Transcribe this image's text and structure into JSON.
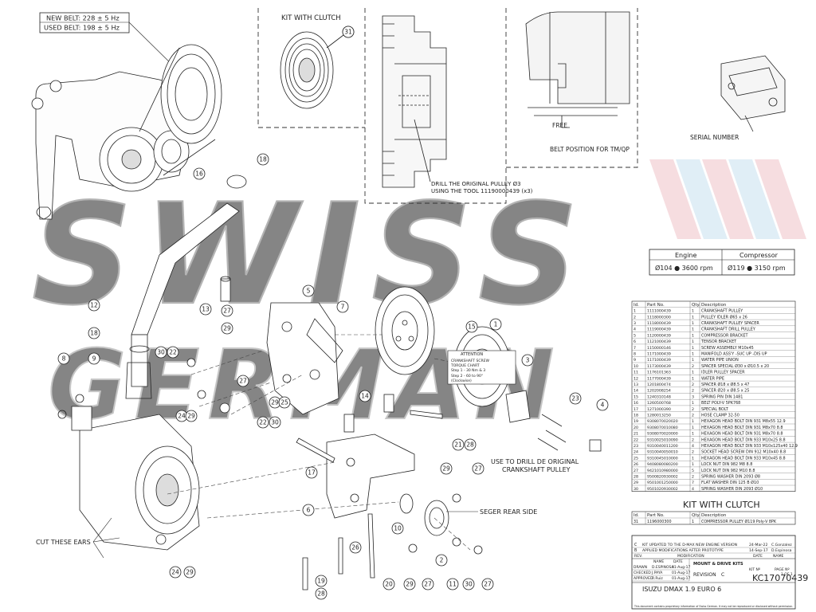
{
  "belt_box": {
    "new_belt": "NEW BELT: 228 ± 5 Hz",
    "used_belt": "USED BELT: 198 ± 5 Hz"
  },
  "section_labels": {
    "kit_with_clutch": "KIT WITH CLUTCH",
    "belt_position": "BELT POSITION FOR TM/QP",
    "free": "FREE",
    "serial_number": "SERIAL NUMBER",
    "drill_note_1": "DRILL THE ORIGINAL PULLEY Ø3",
    "drill_note_2": "USING THE TOOL 11190000439 (x3)",
    "use_to_drill_1": "USE TO DRILL DE ORIGINAL",
    "use_to_drill_2": "CRANKSHAFT PULLEY",
    "seger_rear_side": "SEGER REAR SIDE",
    "cut_these_ears": "CUT THESE EARS"
  },
  "watermark": {
    "line1": "SWISS",
    "line2": "GERMAN"
  },
  "speed_table": {
    "headers": [
      "Engine",
      "Compressor"
    ],
    "values": [
      "Ø104 ● 3600 rpm",
      "Ø119 ● 3150 rpm"
    ]
  },
  "attention_box": {
    "title": "ATTENTION",
    "lines": [
      "CRANKSHAFT SCREW",
      "TORQUE CHART",
      "Step 1 - 30 Nm & 3",
      "Step 2 - 60 to 90°",
      "(Clockwise)"
    ]
  },
  "callouts": [
    "31",
    "18",
    "16",
    "12",
    "13",
    "27",
    "29",
    "5",
    "7",
    "18",
    "9",
    "30",
    "22",
    "8",
    "27",
    "24",
    "29",
    "22",
    "30",
    "29",
    "25",
    "15",
    "1",
    "3",
    "14",
    "23",
    "4",
    "21",
    "28",
    "10",
    "17",
    "6",
    "29",
    "27",
    "2",
    "26",
    "24",
    "29",
    "19",
    "28",
    "20",
    "29",
    "27",
    "11",
    "30",
    "27"
  ],
  "bom": {
    "headers": [
      "Id.",
      "Part No.",
      "Qty.",
      "Description"
    ],
    "rows": [
      [
        "1",
        "1111000439",
        "1",
        "CRANKSHAFT PULLEY"
      ],
      [
        "2",
        "1118000300",
        "1",
        "PULLEY IDLER Ø65 x 26"
      ],
      [
        "3",
        "1118000439",
        "1",
        "CRANKSHAFT PULLEY SPACER"
      ],
      [
        "4",
        "1119000439",
        "1",
        "CRANKSHAFT DRILL PULLEY"
      ],
      [
        "5",
        "1120000439",
        "1",
        "COMPRESSOR BRACKET"
      ],
      [
        "6",
        "1121000439",
        "1",
        "TENSOR BRACKET"
      ],
      [
        "7",
        "1150000146",
        "1",
        "SCREW ASSEMBLY M10x45"
      ],
      [
        "8",
        "1171000439",
        "1",
        "MANIFOLD ASS'Y -SUC UP -DIS UP"
      ],
      [
        "9",
        "1171000439",
        "1",
        "WATER PIPE UNION"
      ],
      [
        "10",
        "1173000439",
        "2",
        "SPACER SPECIAL Ø30 x Ø10.5 x 20"
      ],
      [
        "11",
        "1176101363",
        "1",
        "IDLER PULLEY SPACER"
      ],
      [
        "12",
        "1177000439",
        "1",
        "WATER PIPE"
      ],
      [
        "13",
        "1201800474",
        "2",
        "SPACER Ø18 x Ø8.5 x 47"
      ],
      [
        "14",
        "1202008254",
        "2",
        "SPACER Ø20 x Ø8.5 x 25"
      ],
      [
        "15",
        "1240310148",
        "3",
        "SPRING PIN DIN 1481"
      ],
      [
        "16",
        "1260500768",
        "1",
        "BELT POLY-V 5PK768"
      ],
      [
        "17",
        "1271000390",
        "2",
        "SPECIAL BOLT"
      ],
      [
        "18",
        "1280013250",
        "2",
        "HOSE CLAMP 32-50"
      ],
      [
        "19",
        "9308070020020",
        "1",
        "HEXAGON HEAD BOLT DIN 931 M8x55 12.9"
      ],
      [
        "20",
        "9308070010080",
        "1",
        "HEXAGON HEAD BOLT DIN 931 M8x70 8.8"
      ],
      [
        "21",
        "9308070020000",
        "1",
        "HEXAGON HEAD BOLT DIN 931 M8x70 8.8"
      ],
      [
        "22",
        "9310025010090",
        "2",
        "HEXAGON HEAD BOLT DIN 933 M10x25 8.8"
      ],
      [
        "23",
        "9310040011200",
        "4",
        "HEXAGON HEAD BOLT DIN 933 M10x125x40 12.9"
      ],
      [
        "24",
        "9310040050010",
        "2",
        "SOCKET HEAD SCREW DIN 912 M10x40 8.8"
      ],
      [
        "25",
        "9310045010000",
        "1",
        "HEXAGON HEAD BOLT DIN 933 M10x45 8.8"
      ],
      [
        "26",
        "9408080080200",
        "1",
        "LOCK NUT DIN 982 M8 8.8"
      ],
      [
        "27",
        "9421010980000",
        "5",
        "LOCK NUT DIN 982 M10 8.8"
      ],
      [
        "28",
        "9500820930002",
        "2",
        "SPRING WASHER DIN 2093 Ø8"
      ],
      [
        "29",
        "9501001250000",
        "7",
        "FLAT WASHER DIN 125 B Ø10"
      ],
      [
        "30",
        "9501020930002",
        "4",
        "SPRING WASHER DIN 2093 Ø10"
      ]
    ]
  },
  "kit_with_clutch_table": {
    "title": "KIT WITH CLUTCH",
    "headers": [
      "Id.",
      "Part No.",
      "Qty.",
      "Description"
    ],
    "rows": [
      [
        "31",
        "1196000300",
        "1",
        "COMPRESSOR PULLEY Ø119 Poly-V 8PK"
      ]
    ]
  },
  "revisions": [
    [
      "C",
      "KIT UPDATED TO THE D-MAX NEW ENGINE VERSION",
      "24-Mar-22",
      "C.Gonzalez"
    ],
    [
      "B",
      "APPLIED MODIFICATIONS AFTER PROTOTYPE",
      "14-Sep-17",
      "D.Espinosa"
    ]
  ],
  "revision_headers": [
    "REV.",
    "MODIFICATION",
    "DATE",
    "NAME"
  ],
  "title_block": {
    "drawn": "DRAWN",
    "checked": "CHECKED",
    "approved": "APPROVED",
    "drawn_name": "D.ESPINOSA",
    "checked_name": "J.PAYA",
    "approved_name": "R.Ruiz",
    "drawn_date": "01-Aug-17",
    "checked_date": "01-Aug-17",
    "approved_date": "01-Aug-17",
    "name_hdr": "NAME",
    "date_hdr": "DATE",
    "company": "MOUNT & DRIVE KITS",
    "revision_label": "REVISION",
    "revision": "C",
    "kit_no_label": "KIT Nº",
    "kit_no": "KC17070439",
    "page_label": "PAGE Nº",
    "page": "1 OF 1",
    "vehicle": "ISUZU DMAX 1.9 EURO 6",
    "footer": "This document contains proprietary information of Swiss German. It may not be reproduced or disclosed without permission."
  }
}
